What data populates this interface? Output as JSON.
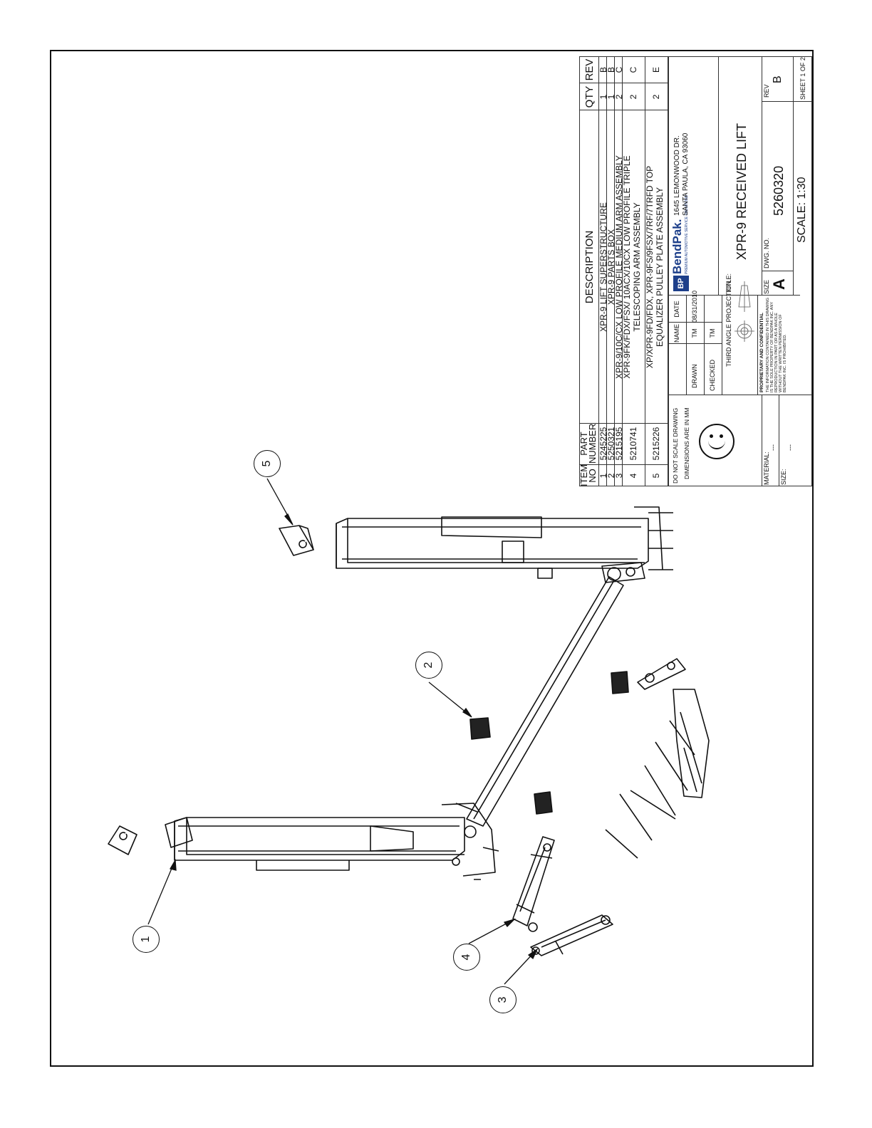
{
  "bom": {
    "headers": {
      "item": "ITEM NO",
      "part": "PART NUMBER",
      "desc": "DESCRIPTION",
      "qty": "QTY",
      "rev": "REV"
    },
    "rows": [
      {
        "item": "1",
        "part": "5245225",
        "desc1": "XPR-9 LIFT SUPERSTRUCTURE",
        "desc2": "",
        "qty": "1",
        "rev": "B"
      },
      {
        "item": "2",
        "part": "5250321",
        "desc1": "XPR-9 PARTS BOX",
        "desc2": "",
        "qty": "1",
        "rev": "B"
      },
      {
        "item": "3",
        "part": "5215195",
        "desc1": "XPR-9/10C/CX LOW PROFILE MEDIUM ARM ASSEMBLY",
        "desc2": "",
        "qty": "2",
        "rev": "C"
      },
      {
        "item": "4",
        "part": "5210741",
        "desc1": "XPR-9FK/FDX/FSX/ 10ACX/10CX LOW PROFILE TRIPLE",
        "desc2": "TELESCOPING ARM ASSEMBLY",
        "qty": "2",
        "rev": "C"
      },
      {
        "item": "5",
        "part": "5215226",
        "desc1": "XP/XPR-9FD/FDX, XPR-9FS/9FSX/7RF/7TRFD TOP",
        "desc2": "EQUALIZER PULLEY PLATE ASSEMBLY",
        "qty": "2",
        "rev": "E"
      }
    ]
  },
  "titleblock": {
    "do_not_scale": "DO NOT SCALE DRAWING",
    "dimensions": "DIMENSIONS ARE IN MM",
    "name_label": "NAME",
    "date_label": "DATE",
    "drawn_label": "DRAWN",
    "drawn_name": "TM",
    "drawn_date": "08/31/2010",
    "checked_label": "CHECKED",
    "checked_name": "TM",
    "company": "BendPak.",
    "logo_letters": "BP",
    "company_tagline": "PREMIUM AUTOMOTIVE SERVICE SOLUTIONS",
    "address1": "1645 LEMONWOOD DR.",
    "address2": "SANTA PAULA, CA 93060",
    "projection": "THIRD ANGLE PROJECTION",
    "title_label": "TITLE:",
    "title": "XPR-9 RECEIVED LIFT",
    "material_label": "MATERIAL:",
    "material": "---",
    "size_small_label": "SIZE:",
    "size_small": "---",
    "proprietary_head": "PROPRIETARY AND CONFIDENTIAL",
    "proprietary_body": "THE INFORMATION CONTAINED IN THIS DRAWING IS THE SOLE PROPERTY OF BENDPAK INC. ANY REPRODUCTION IN PART OR AS A WHOLE WITHOUT THE WRITTEN PERMISSION OF BENDPAK INC. IS PROHIBITED.",
    "size_label": "SIZE",
    "size": "A",
    "dwg_label": "DWG.  NO.",
    "dwg_no": "5260320",
    "rev_label": "REV",
    "rev": "B",
    "scale": "SCALE: 1:30",
    "sheet": "SHEET 1 OF 2"
  },
  "balloons": [
    "1",
    "2",
    "3",
    "4",
    "5"
  ]
}
